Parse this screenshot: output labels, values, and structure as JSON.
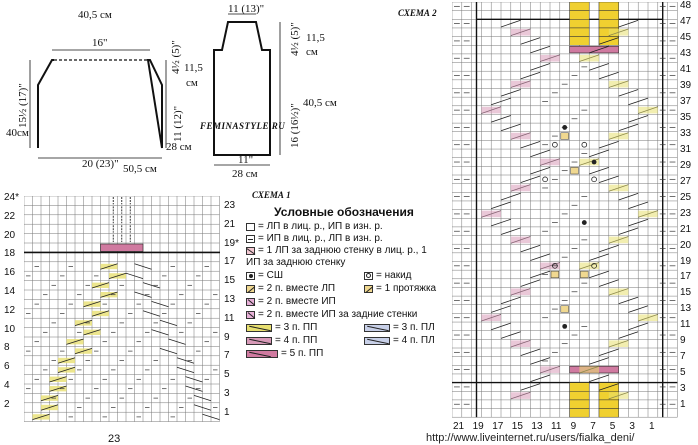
{
  "watermark": "FEMINASTYLE.RU",
  "url": "http://www.liveinternet.ru/users/fialka_deni/",
  "front": {
    "width_top_cm": "40,5 см",
    "neck_in": "16\"",
    "armhole_cm": "11,5",
    "armhole_side_cm": "см",
    "armhole_in": "4½ (5)\"",
    "side_in": "11 (12)\"",
    "height_in": "15½ (17)\"",
    "height_cm": "40см",
    "bottom_in": "20 (23)\"",
    "bottom_cm": "50,5 см",
    "side_cm": "28 см"
  },
  "back": {
    "top_in": "11 (13)\"",
    "armhole_in": "4½ (5)\"",
    "armhole_cm": "11,5",
    "armhole_cm_unit": "см",
    "height_in": "16 (16½)\"",
    "height_cm": "40,5 см",
    "bottom_in": "11\"",
    "bottom_cm": "28 см"
  },
  "scheme1": {
    "title": "СХЕМА 1",
    "bottom_label": "23",
    "top_left_label": "24*",
    "right_labels": [
      "23",
      "21",
      "19*",
      "17",
      "15",
      "13",
      "11",
      "9",
      "7",
      "5",
      "3",
      "1"
    ],
    "left_labels": [
      "24*",
      "22",
      "20",
      "18",
      "16",
      "14",
      "12",
      "10",
      "8",
      "6",
      "4",
      "2"
    ]
  },
  "legend": {
    "title": "Условные обозначения",
    "items": [
      "= ЛП в лиц. р., ИП в изн. р.",
      "= ИП в лиц. р., ЛП в изн. р.",
      "= 1 ЛП за заднюю стенку в лиц. р., 1",
      "ИП за заднюю стенку",
      "= СШ",
      "= накид",
      "= 2 п. вместе ЛП",
      "= 1 протяжка",
      "= 2 п. вместе ИП",
      "= 2 п. вместе ИП за задние стенки",
      "= 3 п. ПП",
      "= 3 п. ПЛ",
      "= 4 п. ПП",
      "= 4 п. ПЛ",
      "= 5 п. ПП"
    ]
  },
  "scheme2": {
    "title": "СХЕМА 2",
    "right_labels": [
      "48",
      "47",
      "45",
      "43",
      "41",
      "39",
      "37",
      "35",
      "33",
      "31",
      "29",
      "27",
      "25",
      "23",
      "21",
      "20",
      "19",
      "17",
      "15",
      "13",
      "11",
      "9",
      "7",
      "5",
      "3",
      "1"
    ],
    "bottom_labels": [
      "21",
      "19",
      "17",
      "15",
      "13",
      "11",
      "9",
      "7",
      "5",
      "3",
      "1"
    ]
  }
}
